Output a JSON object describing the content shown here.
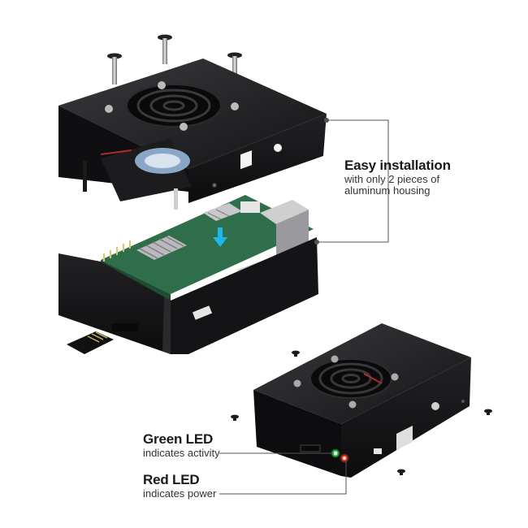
{
  "callouts": {
    "installation": {
      "title": "Easy installation",
      "line1": "with only 2 pieces of",
      "line2": "aluminum housing"
    },
    "green_led": {
      "title": "Green LED",
      "description": "indicates activity"
    },
    "red_led": {
      "title": "Red LED",
      "description": "indicates power"
    }
  },
  "colors": {
    "case_black": "#1b1b1d",
    "case_edge": "#3a3a3e",
    "pcb_green": "#2e6e4a",
    "heatsink": "#b9b9bd",
    "fan_label": "#8aa7c8",
    "arrow_cyan": "#1fb7e8",
    "led_green": "#3df05a",
    "led_red": "#ff3a1a",
    "leader_line": "#555555"
  }
}
